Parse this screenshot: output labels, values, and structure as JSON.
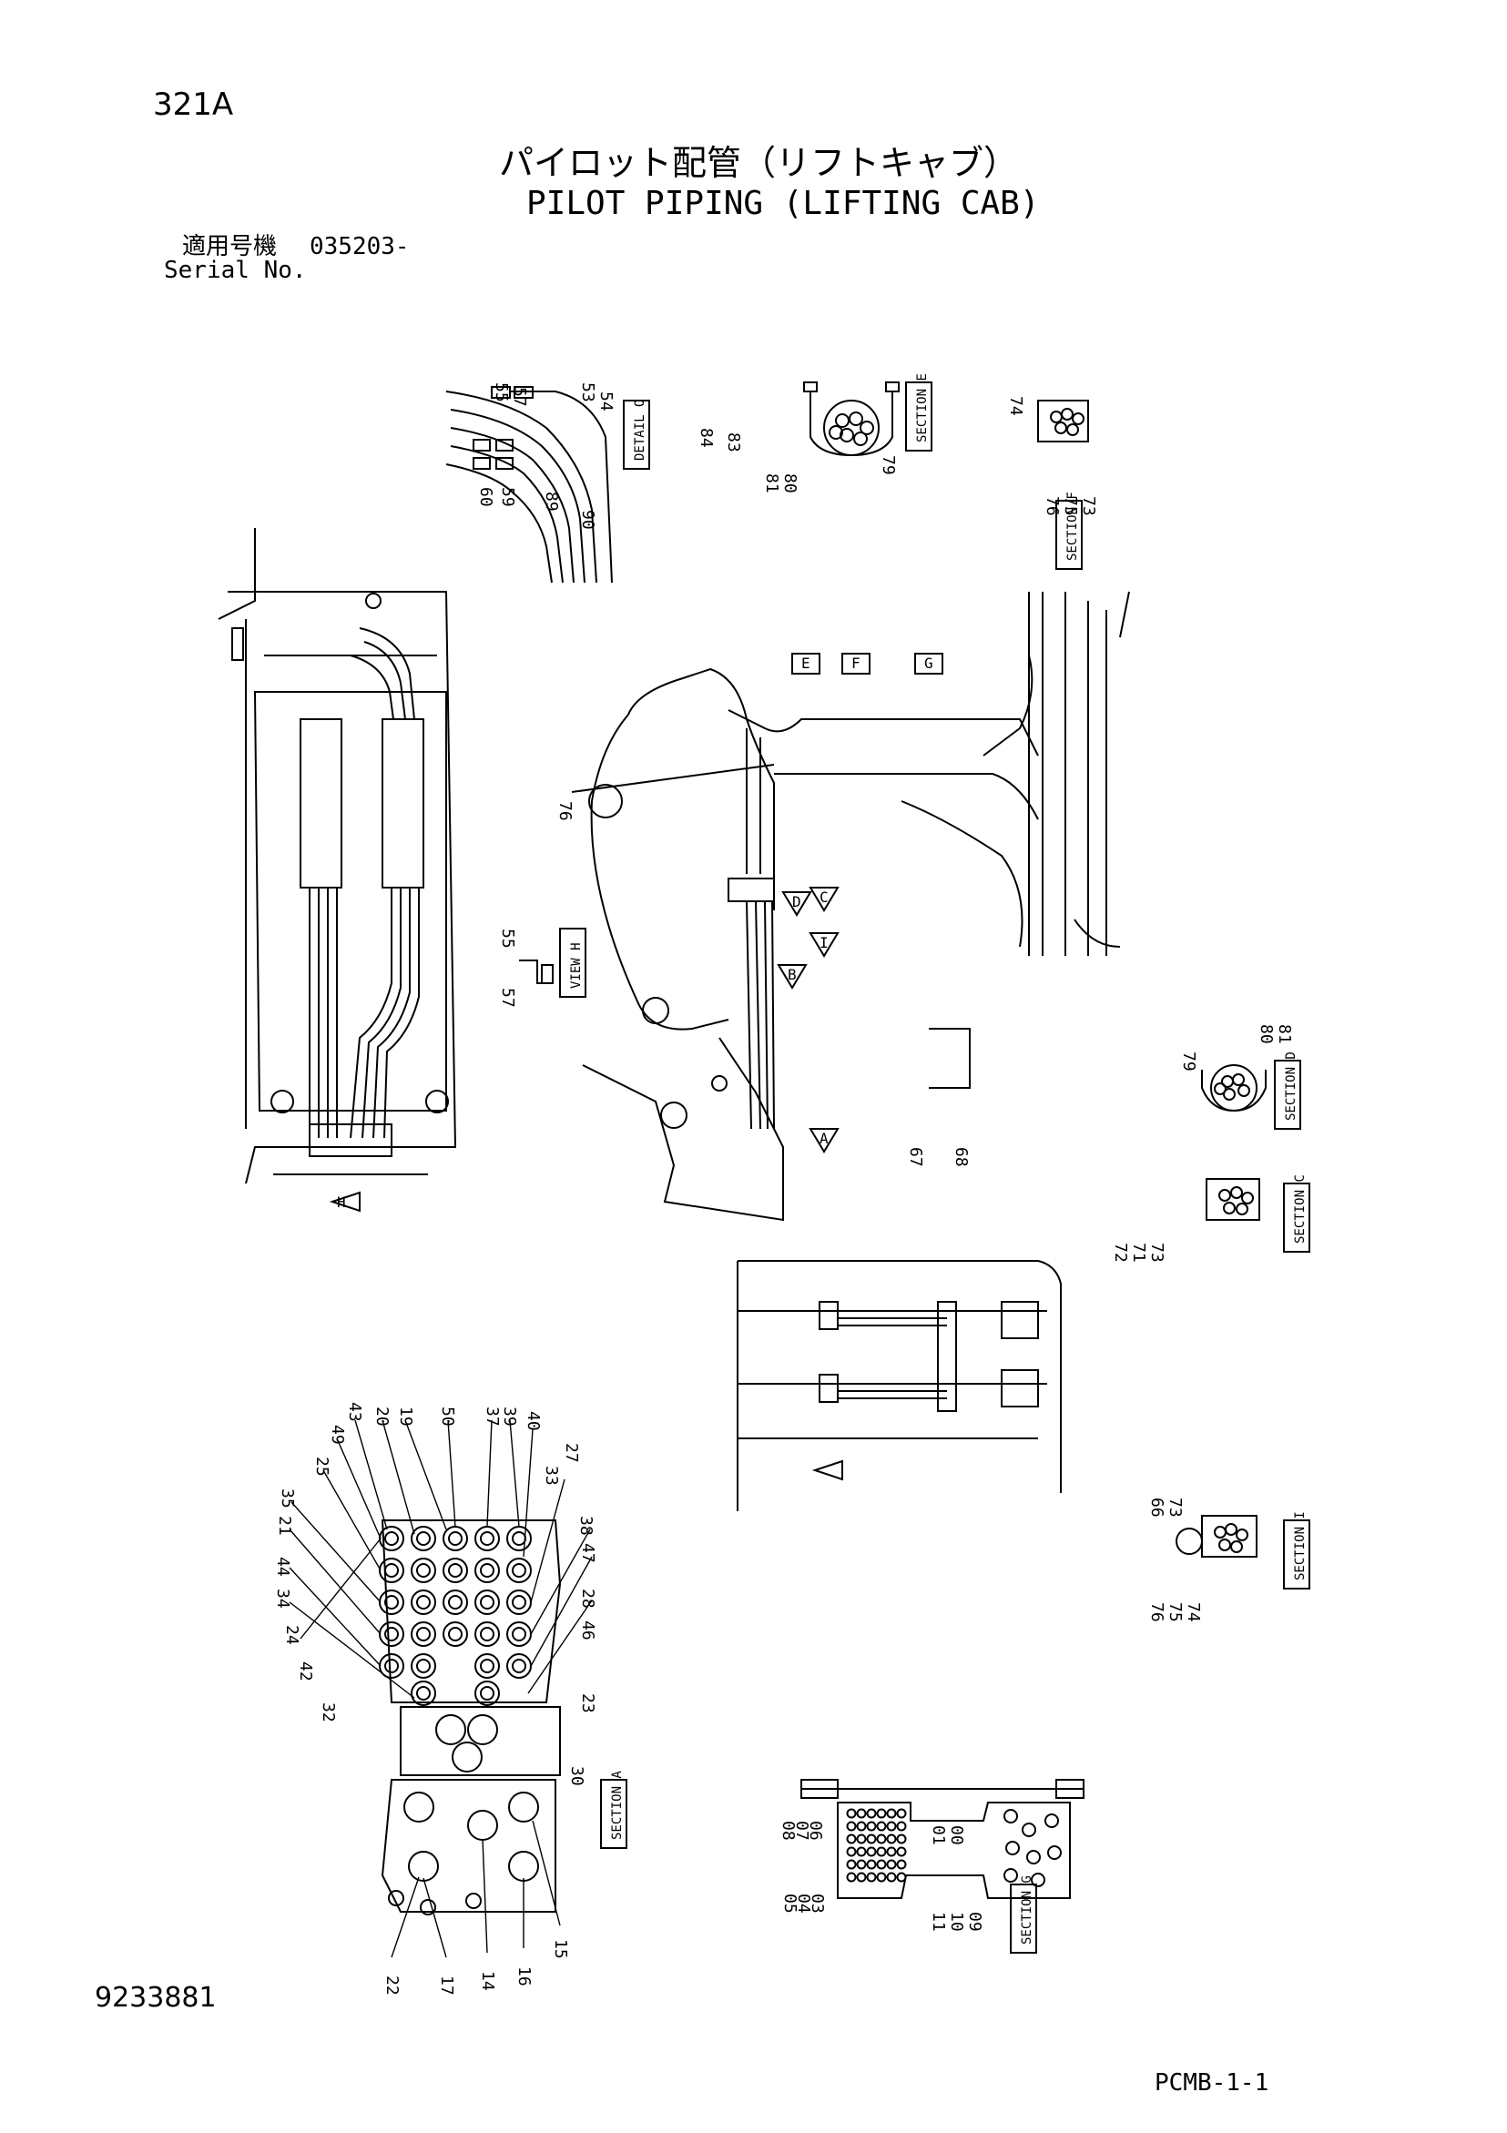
{
  "header": {
    "page_number": "321A",
    "title_jp": "パイロット配管（リフトキャブ）",
    "title_en": "PILOT PIPING (LIFTING CAB)",
    "serial_label_jp": "適用号機",
    "serial_value": "035203-",
    "serial_label_en": "Serial No."
  },
  "footer": {
    "document_number": "9233881",
    "sheet_code": "PCMB-1-1"
  },
  "views": {
    "detail_o": {
      "label": "DETAIL O",
      "callouts": [
        "55",
        "57",
        "53",
        "54",
        "60",
        "59",
        "89",
        "90"
      ]
    },
    "section_e": {
      "label": "SECTION E",
      "callouts": [
        "84",
        "83",
        "81",
        "80",
        "79"
      ]
    },
    "section_f": {
      "label": "SECTION F",
      "callouts": [
        "74",
        "76",
        "75",
        "73"
      ]
    },
    "view_h": {
      "label": "VIEW H",
      "callouts": [
        "55",
        "57"
      ]
    },
    "section_d": {
      "label": "SECTION D",
      "callouts": [
        "79",
        "80",
        "81"
      ]
    },
    "section_c": {
      "label": "SECTION C",
      "callouts": [
        "72",
        "71",
        "73"
      ]
    },
    "section_i": {
      "label": "SECTION I",
      "callouts": [
        "66",
        "73",
        "76",
        "75",
        "74"
      ]
    },
    "section_a": {
      "label": "SECTION A",
      "callouts": [
        "43",
        "20",
        "19",
        "50",
        "37",
        "39",
        "40",
        "27",
        "49",
        "25",
        "35",
        "21",
        "44",
        "34",
        "24",
        "42",
        "32",
        "33",
        "38",
        "47",
        "28",
        "46",
        "23",
        "30",
        "22",
        "17",
        "14",
        "16",
        "15"
      ]
    },
    "section_g": {
      "label": "SECTION G",
      "callouts": [
        "08",
        "07",
        "06",
        "01",
        "00",
        "05",
        "04",
        "03",
        "11",
        "10",
        "09"
      ]
    },
    "main_view": {
      "callouts": [
        "76",
        "67",
        "68"
      ],
      "arrows": [
        "E",
        "F",
        "G",
        "D",
        "C",
        "I",
        "B",
        "A",
        "H"
      ]
    }
  }
}
